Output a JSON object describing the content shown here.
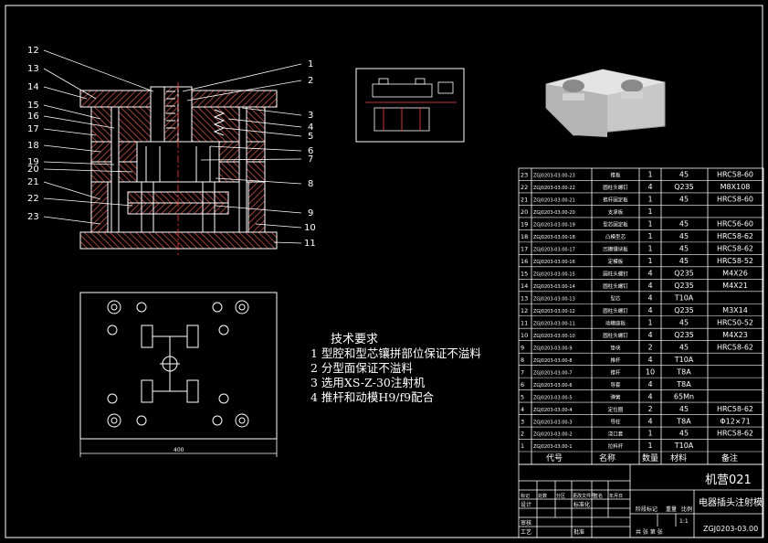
{
  "section_view": {
    "balloons_left": [
      "12",
      "13",
      "14",
      "15",
      "16",
      "17",
      "18",
      "19",
      "20",
      "21",
      "22",
      "23"
    ],
    "balloons_right": [
      "1",
      "2",
      "3",
      "4",
      "5",
      "6",
      "7",
      "8",
      "9",
      "10",
      "11"
    ]
  },
  "plan_view": {
    "width_label": "400"
  },
  "technical_requirements": {
    "title": "技术要求",
    "items": [
      "1  型腔和型芯镶拼部位保证不溢料",
      "2  分型面保证不溢料",
      "3  选用XS-Z-30注射机",
      "4  推杆和动模H9/f9配合"
    ]
  },
  "bom": {
    "rows": [
      {
        "no": "23",
        "code": "ZGJ0203-03.00-23",
        "name": "推板",
        "qty": "1",
        "mat": "45",
        "note": "HRC58-60"
      },
      {
        "no": "22",
        "code": "ZGJ0203-03.00-22",
        "name": "圆柱头螺钉",
        "qty": "4",
        "mat": "Q235",
        "note": "M8X108"
      },
      {
        "no": "21",
        "code": "ZGJ0203-03.00-21",
        "name": "推杆固定板",
        "qty": "1",
        "mat": "45",
        "note": "HRC58-60"
      },
      {
        "no": "20",
        "code": "ZGJ0203-03.00-20",
        "name": "支承板",
        "qty": "1",
        "mat": "",
        "note": ""
      },
      {
        "no": "19",
        "code": "ZGJ0203-03.00-19",
        "name": "型芯固定板",
        "qty": "1",
        "mat": "45",
        "note": "HRC56-60"
      },
      {
        "no": "18",
        "code": "ZGJ0203-03.00-18",
        "name": "凸模型芯",
        "qty": "1",
        "mat": "45",
        "note": "HRC58-62"
      },
      {
        "no": "17",
        "code": "ZGJ0203-03.00-17",
        "name": "凹模镶块板",
        "qty": "1",
        "mat": "45",
        "note": "HRC58-62"
      },
      {
        "no": "16",
        "code": "ZGJ0203-03.00-16",
        "name": "定模板",
        "qty": "1",
        "mat": "45",
        "note": "HRC58-52"
      },
      {
        "no": "15",
        "code": "ZGJ0203-03.00-15",
        "name": "圆柱头螺钉",
        "qty": "4",
        "mat": "Q235",
        "note": "M4X26"
      },
      {
        "no": "14",
        "code": "ZGJ0203-03.00-14",
        "name": "圆柱头螺钉",
        "qty": "4",
        "mat": "Q235",
        "note": "M4X21"
      },
      {
        "no": "13",
        "code": "ZGJ0203-03.00-13",
        "name": "型芯",
        "qty": "4",
        "mat": "T10A",
        "note": ""
      },
      {
        "no": "12",
        "code": "ZGJ0203-03.00-12",
        "name": "圆柱头螺钉",
        "qty": "4",
        "mat": "Q235",
        "note": "M3X14"
      },
      {
        "no": "11",
        "code": "ZGJ0203-03.00-11",
        "name": "动模座板",
        "qty": "1",
        "mat": "45",
        "note": "HRC50-52"
      },
      {
        "no": "10",
        "code": "ZGJ0203-03.00-10",
        "name": "圆柱头螺钉",
        "qty": "4",
        "mat": "Q235",
        "note": "M4X23"
      },
      {
        "no": "9",
        "code": "ZGJ0203-03.00-9",
        "name": "垫块",
        "qty": "2",
        "mat": "45",
        "note": "HRC58-62"
      },
      {
        "no": "8",
        "code": "ZGJ0203-03.00-8",
        "name": "推杆",
        "qty": "4",
        "mat": "T10A",
        "note": ""
      },
      {
        "no": "7",
        "code": "ZGJ0203-03.00-7",
        "name": "推杆",
        "qty": "10",
        "mat": "T8A",
        "note": ""
      },
      {
        "no": "6",
        "code": "ZGJ0203-03.00-6",
        "name": "导套",
        "qty": "4",
        "mat": "T8A",
        "note": ""
      },
      {
        "no": "5",
        "code": "ZGJ0203-03.00-5",
        "name": "弹簧",
        "qty": "4",
        "mat": "65Mn",
        "note": ""
      },
      {
        "no": "4",
        "code": "ZGJ0203-03.00-4",
        "name": "定位圈",
        "qty": "2",
        "mat": "45",
        "note": "HRC58-62"
      },
      {
        "no": "3",
        "code": "ZGJ0203-03.00-3",
        "name": "导柱",
        "qty": "4",
        "mat": "T8A",
        "note": "Φ12×71"
      },
      {
        "no": "2",
        "code": "ZGJ0203-03.00-2",
        "name": "浇口套",
        "qty": "1",
        "mat": "45",
        "note": "HRC58-62"
      },
      {
        "no": "1",
        "code": "ZGJ0203-03.00-1",
        "name": "拉料杆",
        "qty": "1",
        "mat": "T10A",
        "note": ""
      }
    ],
    "headers": {
      "code": "代号",
      "name": "名称",
      "qty": "数量",
      "mat": "材料",
      "note": "备注"
    }
  },
  "title_block": {
    "class_name": "机营021",
    "drawing_name": "电器插头注射模",
    "drawing_no": "ZGJ0203-03.00",
    "sheet": "1:1",
    "rev_labels": [
      "标记",
      "处数",
      "分区",
      "更改文件号",
      "签名",
      "年月日"
    ],
    "role_labels": [
      "设计",
      "标准化",
      "审核",
      "工艺",
      "批准"
    ],
    "stage_labels": [
      "阶段标记",
      "重量",
      "比例"
    ],
    "sheet_labels": "共 张 第 张",
    "small": [
      "1",
      "1"
    ]
  }
}
